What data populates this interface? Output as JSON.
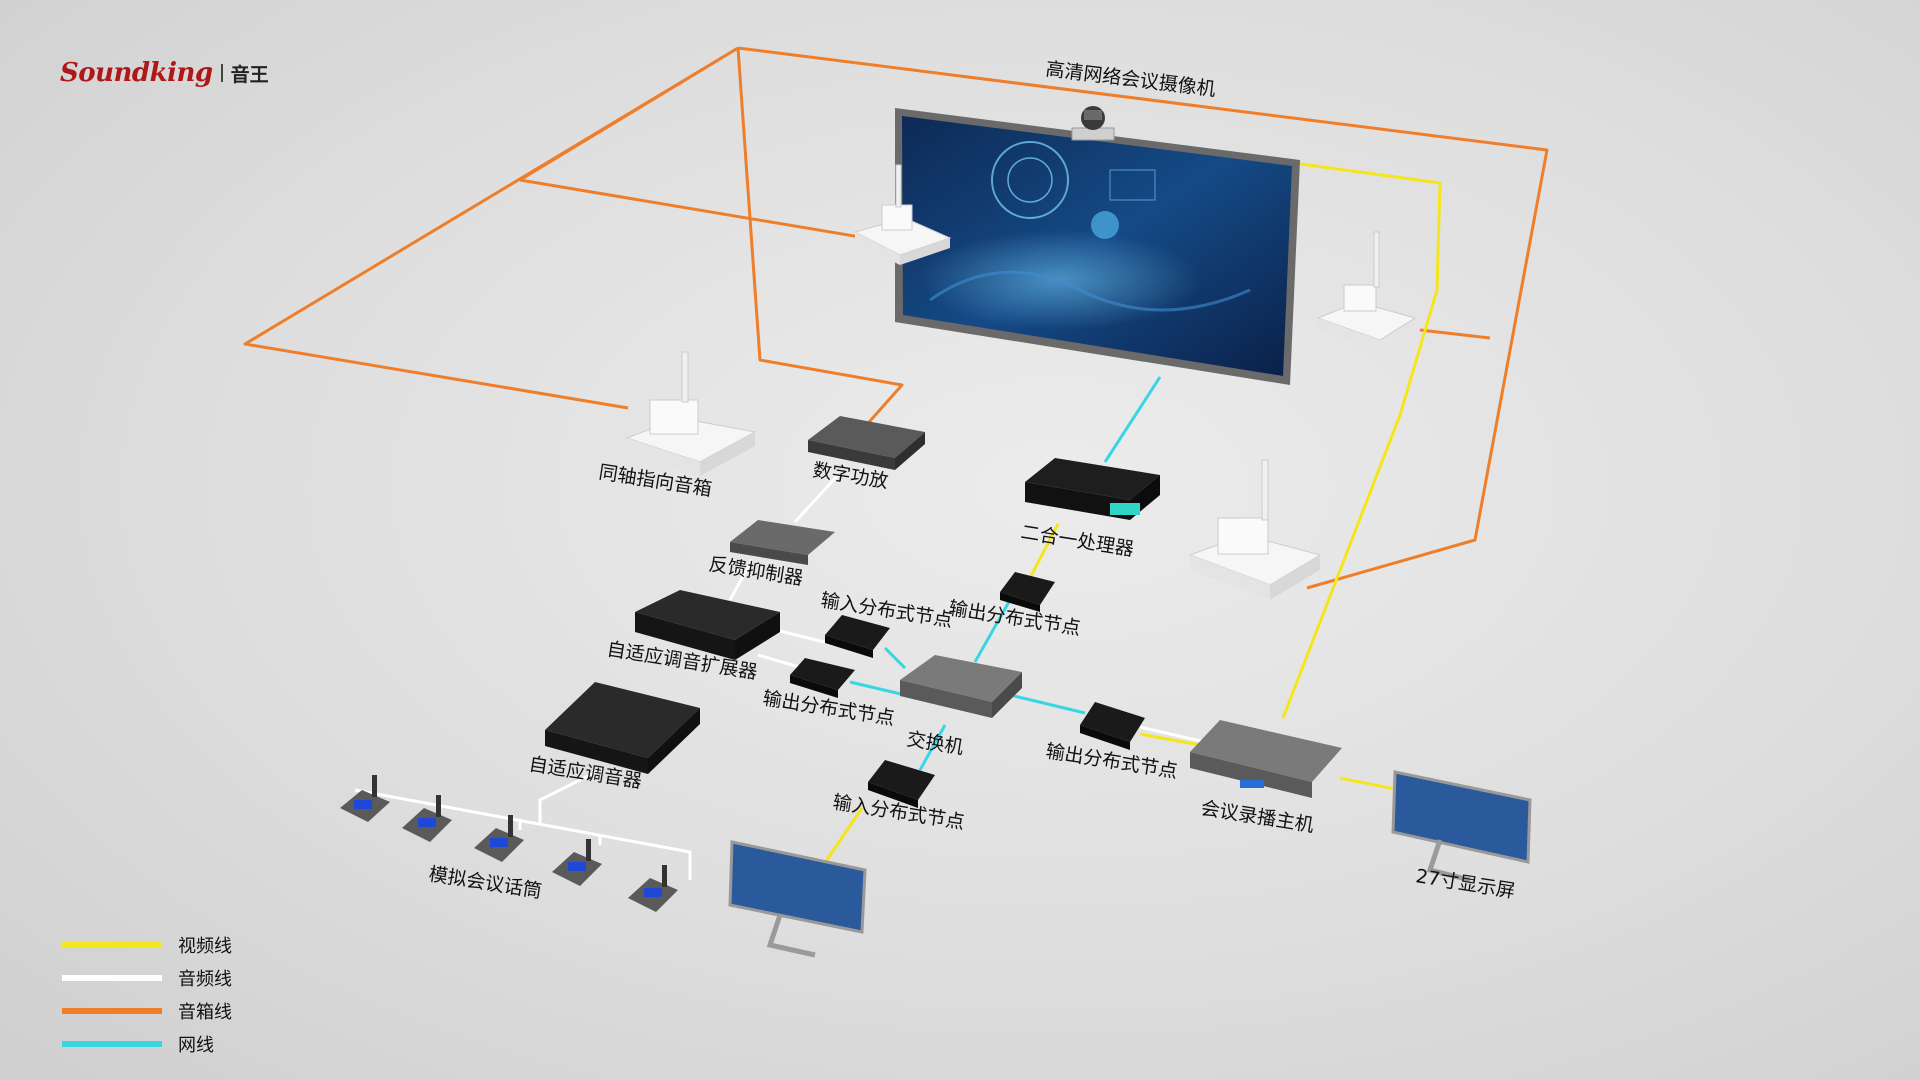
{
  "logo": {
    "brand": "Soundking",
    "cn": "音王"
  },
  "colors": {
    "video": "#f5e61c",
    "audio": "#ffffff",
    "speaker": "#ee7e2a",
    "network": "#37d6e4"
  },
  "labels": {
    "camera": "高清网络会议摄像机",
    "speakers": "同轴指向音箱",
    "amp": "数字功放",
    "processor": "二合一处理器",
    "feedback": "反馈抑制器",
    "in_node_1": "输入分布式节点",
    "out_node_1": "输出分布式节点",
    "expander": "自适应调音扩展器",
    "out_node_2": "输出分布式节点",
    "switch": "交换机",
    "mixer": "自适应调音器",
    "out_node_3": "输出分布式节点",
    "recorder": "会议录播主机",
    "in_node_2": "输入分布式节点",
    "mics": "模拟会议话筒",
    "monitor": "27寸显示屏"
  },
  "legend": [
    {
      "label": "视频线",
      "color": "#f5e61c"
    },
    {
      "label": "音频线",
      "color": "#ffffff"
    },
    {
      "label": "音箱线",
      "color": "#ee7e2a"
    },
    {
      "label": "网线",
      "color": "#37d6e4"
    }
  ]
}
